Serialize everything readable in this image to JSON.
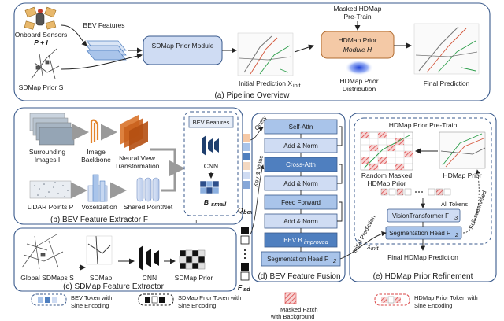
{
  "colors": {
    "panel_stroke": "#3a5a8c",
    "block_blue": "#a9c4ea",
    "block_blue_dark": "#4f7fbf",
    "block_orange": "#f4c9a6",
    "cnn_dark": "#1f3f6e",
    "nvt_orange": "#d9732a",
    "hatch_red": "#d94545"
  },
  "panel_a": {
    "onboard_sensors": "Onboard Sensors",
    "sensors_math": "P + I",
    "bev_features": "BEV Features",
    "sdmap_prior_module": "SDMap Prior Module",
    "sdmap_prior": "SDMap Prior S",
    "masked_pretrain_1": "Masked HDMap",
    "masked_pretrain_2": "Pre-Train",
    "hdmap_prior_module_1": "HDMap Prior",
    "hdmap_prior_module_2": "Module H",
    "hdmap_prior_dist_1": "HDMap Prior",
    "hdmap_prior_dist_2": "Distribution",
    "initial_prediction": "Initial Prediction X",
    "initial_prediction_sub": "init",
    "final_prediction": "Final Prediction",
    "caption": "(a) Pipeline Overview"
  },
  "panel_b": {
    "surrounding_images_1": "Surrounding",
    "surrounding_images_2": "Images I",
    "image_backbone_1": "Image",
    "image_backbone_2": "Backbone",
    "nvt_1": "Neural View",
    "nvt_2": "Transformation",
    "bev_features": "BEV Features",
    "cnn": "CNN",
    "b_small": "B",
    "b_small_sub": "small",
    "lidar": "LiDAR Points P",
    "voxelization": "Voxelization",
    "shared_pointnet": "Shared PointNet",
    "q_bev": "Q",
    "q_bev_sub": "bev",
    "caption": "(b) BEV Feature Extractor F",
    "caption_sub": "1"
  },
  "panel_c": {
    "global_sdmaps": "Global SDMaps S",
    "sdmap": "SDMap",
    "cnn": "CNN",
    "sdmap_prior": "SDMap Prior",
    "caption": "(c) SDMap Feature Extractor",
    "f_sd": "F",
    "f_sd_sub": "sd"
  },
  "panel_d": {
    "query": "Query",
    "key_value": "Key & Value",
    "self_attn": "Self-Attn",
    "add_norm_1": "Add & Norm",
    "cross_attn": "Cross-Attn",
    "add_norm_2": "Add & Norm",
    "feed_forward": "Feed Forward",
    "add_norm_3": "Add & Norm",
    "bev_improved": "BEV B",
    "bev_improved_sub": "improved",
    "seg_head": "Segmentation Head F",
    "seg_head_sub": "2",
    "caption": "(d) BEV Feature Fusion"
  },
  "panel_e": {
    "title": "HDMap Prior Pre-Train",
    "random_masked_1": "Random Masked",
    "random_masked_2": "HDMap Prior",
    "hdmap_prior": "HDMap Prior",
    "all_tokens": "All Tokens",
    "vision_transformer": "VisionTransformer F",
    "vision_transformer_sub": "3",
    "seg_head": "Segmentation Head F",
    "seg_head_sub": "2",
    "initial_prediction": "Initial Prediction",
    "x_init": "X",
    "x_init_sub": "init",
    "self_supervised": "Self-supervised",
    "final_hdmap": "Final HDMap Prediction",
    "caption": "(e) HDMap Prior Refinement"
  },
  "legend": {
    "bev_token_1": "BEV Token with",
    "bev_token_2": "Sine Encoding",
    "sdmap_token_1": "SDMap Prior Token with",
    "sdmap_token_2": "Sine Encoding",
    "masked_patch_1": "Masked Patch",
    "masked_patch_2": "with Background",
    "hdmap_token_1": "HDMap Prior Token with",
    "hdmap_token_2": "Sine Encoding"
  }
}
